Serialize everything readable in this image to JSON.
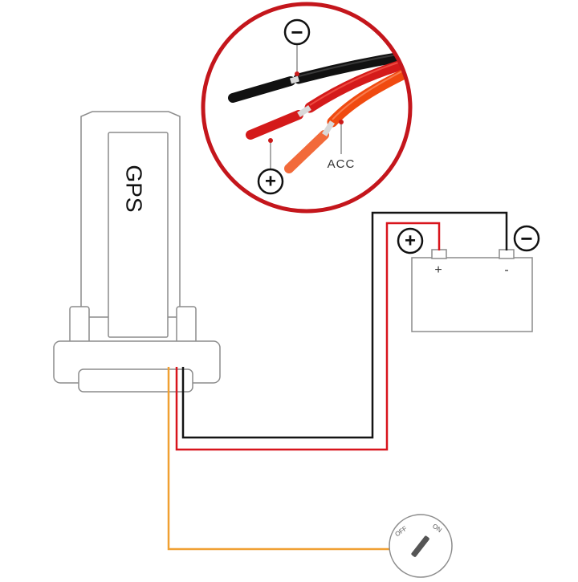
{
  "gps_label": "GPS",
  "inset": {
    "minus_symbol": "−",
    "plus_symbol": "+",
    "acc_label": "ACC"
  },
  "battery": {
    "plus_symbol": "+",
    "minus_symbol": "−",
    "terminal_plus": "+",
    "terminal_minus": "-"
  },
  "ignition": {
    "off_label": "OFF",
    "on_label": "ON"
  },
  "colors": {
    "black_wire": "#141414",
    "red_wire": "#d8141c",
    "acc_wire": "#f0a032",
    "inset_ring": "#c4161c",
    "outline": "#8c8c8c",
    "inset_dot": "#cc1a1a"
  }
}
